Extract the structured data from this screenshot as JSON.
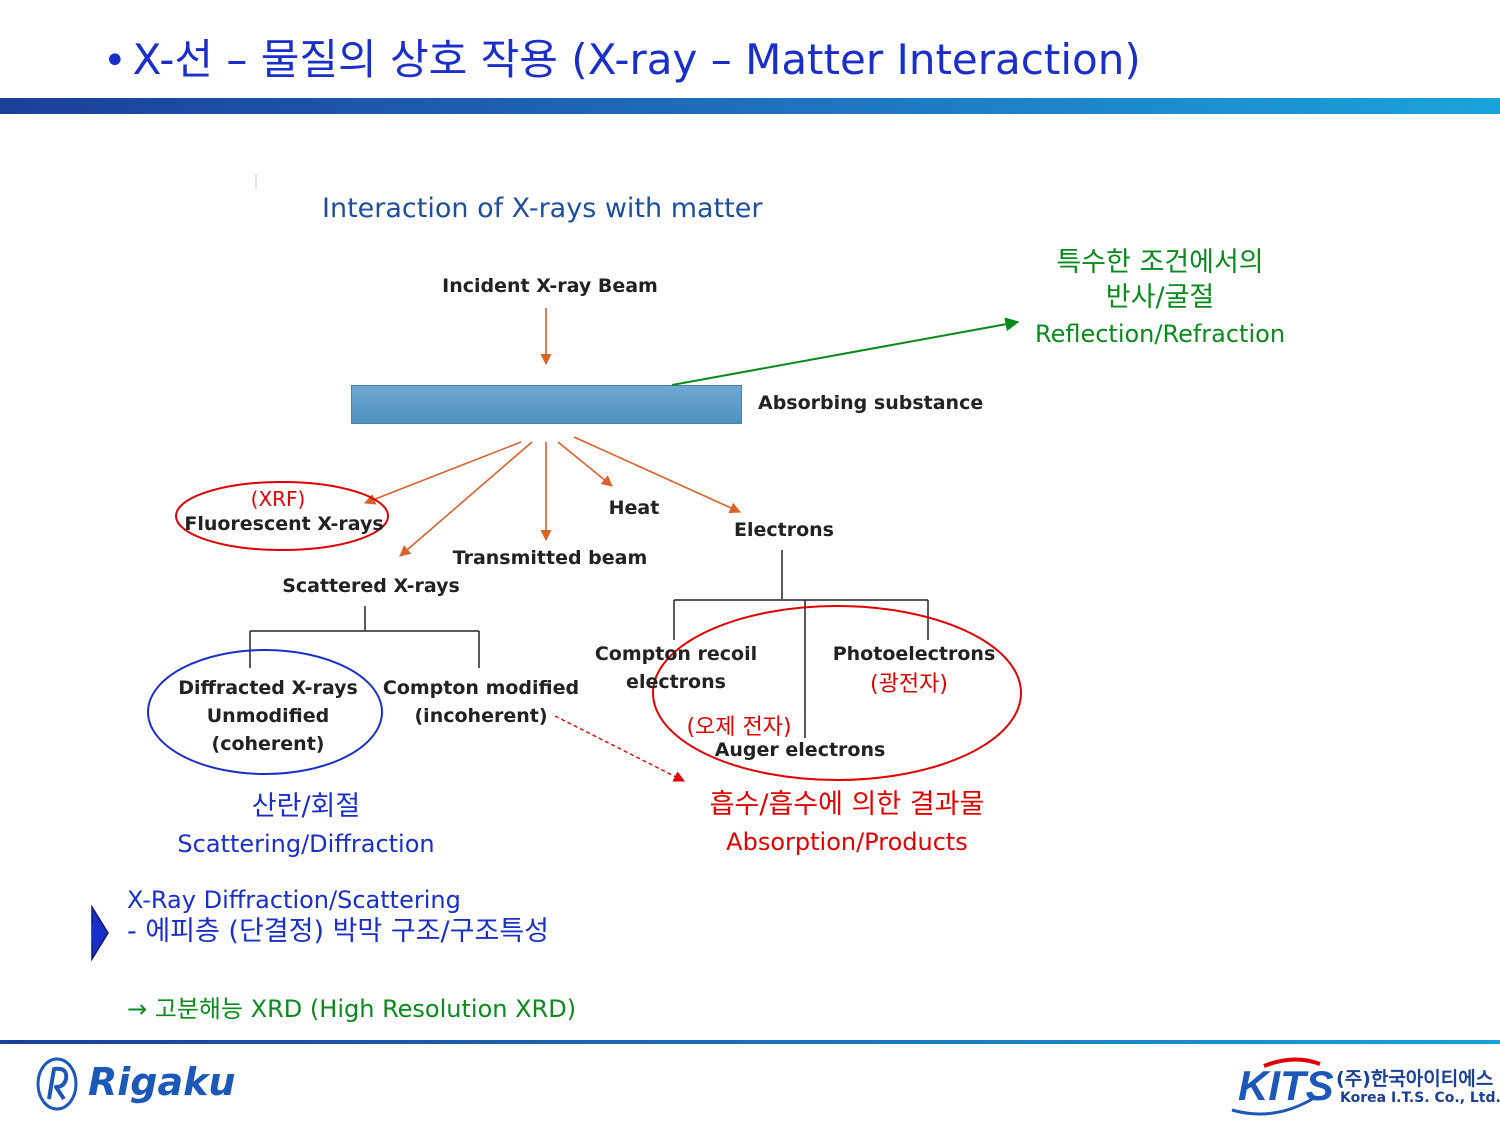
{
  "slide": {
    "bullet": "•",
    "title": "X-선 – 물질의 상호 작용 (X-ray – Matter Interaction)"
  },
  "diagram": {
    "heading": "Interaction of X-rays with matter",
    "incident_beam": "Incident X-ray Beam",
    "absorbing_substance": "Absorbing substance",
    "heat": "Heat",
    "electrons": "Electrons",
    "transmitted_beam": "Transmitted beam",
    "scattered_xrays": "Scattered X-rays",
    "xrf_tag": "(XRF)",
    "fluorescent_xrays": "Fluorescent X-rays",
    "diffracted": [
      "Diffracted X-rays",
      "Unmodified",
      "(coherent)"
    ],
    "compton_modified": [
      "Compton modified",
      "(incoherent)"
    ],
    "compton_recoil": [
      "Compton recoil",
      "electrons"
    ],
    "photoelectrons": "Photoelectrons",
    "photoelectrons_kr": "(광전자)",
    "auger_kr": "(오제 전자)",
    "auger_electrons": "Auger electrons"
  },
  "annotations": {
    "reflection_kr_1": "특수한 조건에서의",
    "reflection_kr_2": "반사/굴절",
    "reflection_en": "Reflection/Refraction",
    "scattering_kr": "산란/회절",
    "scattering_en": "Scattering/Diffraction",
    "absorption_kr": "흡수/흡수에 의한 결과물",
    "absorption_en": "Absorption/Products"
  },
  "notes": {
    "line1": "X-Ray Diffraction/Scattering",
    "line2": "- 에피층 (단결정) 박막 구조/구조특성",
    "line3": "→ 고분해능 XRD (High Resolution XRD)"
  },
  "footer": {
    "left_logo": "Rigaku",
    "right_logo": "KITS",
    "right_company_kr": "(주)한국아이티에스",
    "right_company_en": "Korea I.T.S. Co., Ltd."
  },
  "colors": {
    "title": "#1a2fc8",
    "green": "#0a8a1c",
    "red": "#e00000",
    "blue": "#1a2fc8",
    "arrow": "#d9622b"
  }
}
